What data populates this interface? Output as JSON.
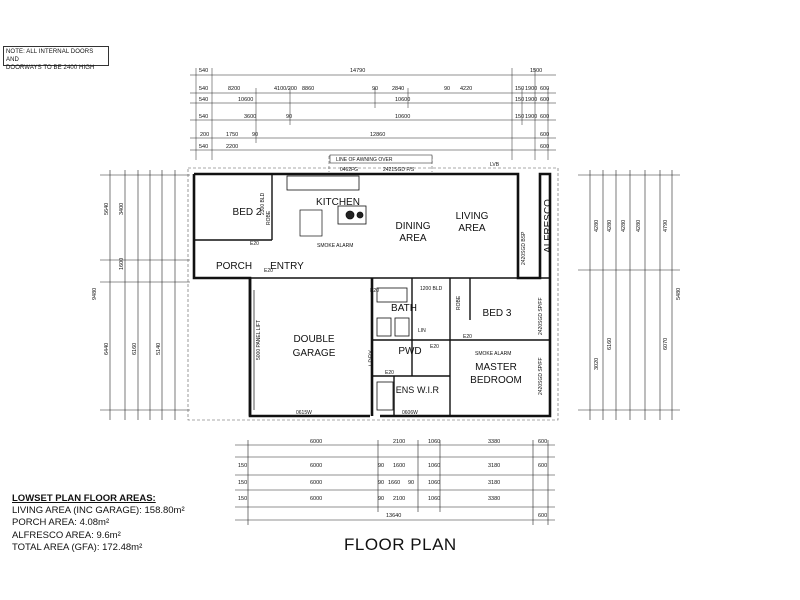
{
  "note": {
    "line1": "NOTE: ALL INTERNAL DOORS AND",
    "line2": "DOORWAYS TO BE 2400 HIGH"
  },
  "rooms": {
    "bed2": "BED 2",
    "kitchen": "KITCHEN",
    "dining1": "DINING",
    "dining2": "AREA",
    "living1": "LIVING",
    "living2": "AREA",
    "alfresco": "ALFRESCO",
    "porch": "PORCH",
    "entry": "ENTRY",
    "bath": "BATH",
    "bed3": "BED 3",
    "garage1": "DOUBLE",
    "garage2": "GARAGE",
    "pwd": "PWD",
    "master1": "MASTER",
    "master2": "BEDROOM",
    "ens": "ENS",
    "wir": "W.I.R",
    "ldry": "LDRY"
  },
  "labels": {
    "awning": "LINE OF AWNING OVER",
    "smoke1": "SMOKE ALARM",
    "smoke2": "SMOKE ALARM",
    "panel_lift": "5000 PANEL LIFT",
    "window_top1": "0462FG",
    "window_top2": "2421SGD F/S",
    "window_bot1": "0615W",
    "window_bot2": "0606W",
    "bld1": "2300 BLD",
    "bld2": "1200 BLD",
    "robe1": "ROBE",
    "robe2": "ROBE",
    "sgd1": "2420SGD BSP",
    "sgd2": "2420SGD SP/FF",
    "sgd3": "2420SGD SP/FF",
    "e20a": "E20",
    "e20b": "E20",
    "e20c": "E20",
    "e20d": "E20",
    "e20e": "E20",
    "e20f": "E20",
    "lin": "LIN",
    "lvb": "LVB",
    "dims_top": [
      "540",
      "14790",
      "1500"
    ],
    "dims_top2": [
      "540",
      "8200",
      "4100/200",
      "8860",
      "90",
      "2840",
      "90",
      "4220",
      "150",
      "1900",
      "600"
    ],
    "dims_top3": [
      "540",
      "10600",
      "10600",
      "150",
      "1900",
      "600"
    ],
    "dims_top4": [
      "540",
      "3600",
      "90",
      "10600",
      "150",
      "1900",
      "600"
    ],
    "dims_top5": [
      "200",
      "1750",
      "90",
      "12860",
      "600"
    ],
    "dims_top6": [
      "540",
      "2200",
      "600"
    ],
    "dims_bot1": [
      "6000",
      "2100",
      "1060",
      "3380",
      "600"
    ],
    "dims_bot2": [
      "150",
      "6000",
      "90",
      "1600",
      "1060",
      "3180",
      "600"
    ],
    "dims_bot3": [
      "150",
      "6000",
      "90",
      "1660",
      "90",
      "1060",
      "3180",
      "600"
    ],
    "dims_bot4": [
      "150",
      "6000",
      "90",
      "2100",
      "1060",
      "3380",
      "600"
    ],
    "dims_bot5": [
      "13640",
      "600"
    ],
    "dims_left": [
      "5640",
      "3400",
      "9480",
      "1600",
      "6440",
      "6160",
      "5140"
    ],
    "dims_right": [
      "4280",
      "4280",
      "4280",
      "4280",
      "4790",
      "6160",
      "5480",
      "6070",
      "3020"
    ]
  },
  "areas": {
    "heading": "LOWSET PLAN FLOOR AREAS:",
    "living": "LIVING AREA (INC GARAGE): 158.80m²",
    "porch": "PORCH AREA: 4.08m²",
    "alfresco": "ALFRESCO AREA: 9.6m²",
    "total": "TOTAL AREA (GFA): 172.48m²"
  },
  "title": "FLOOR PLAN"
}
